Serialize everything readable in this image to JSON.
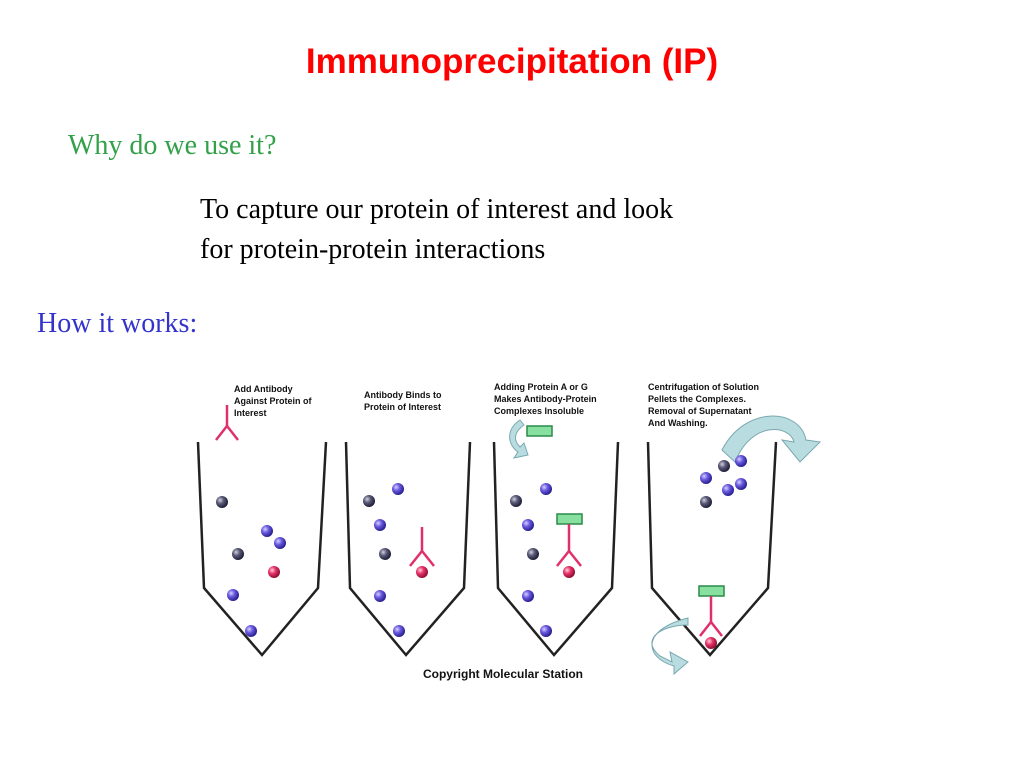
{
  "title": "Immunoprecipitation (IP)",
  "question": "Why do we use it?",
  "answer_line1": "To capture our protein of interest and look",
  "answer_line2": "for protein-protein interactions",
  "how_label": "How it works:",
  "steps": [
    {
      "lines": [
        "Add Antibody",
        "Against Protein of",
        "Interest"
      ]
    },
    {
      "lines": [
        "Antibody Binds to",
        "Protein of Interest"
      ]
    },
    {
      "lines": [
        "Adding Protein A or G",
        "Makes Antibody-Protein",
        "Complexes Insoluble"
      ]
    },
    {
      "lines": [
        "Centrifugation of Solution",
        "Pellets the Complexes.",
        "Removal of Supernatant",
        "And Washing."
      ]
    }
  ],
  "copyright": "Copyright Molecular Station",
  "colors": {
    "title": "#ff0000",
    "question": "#33a04a",
    "how": "#3333cc",
    "antibody": "#e0306a",
    "protein_of_interest": "#e8336a",
    "protein": "#6655dd",
    "protein_dark": "#555566",
    "bead": "#88e0a0",
    "arrow": "#b8dce0"
  }
}
